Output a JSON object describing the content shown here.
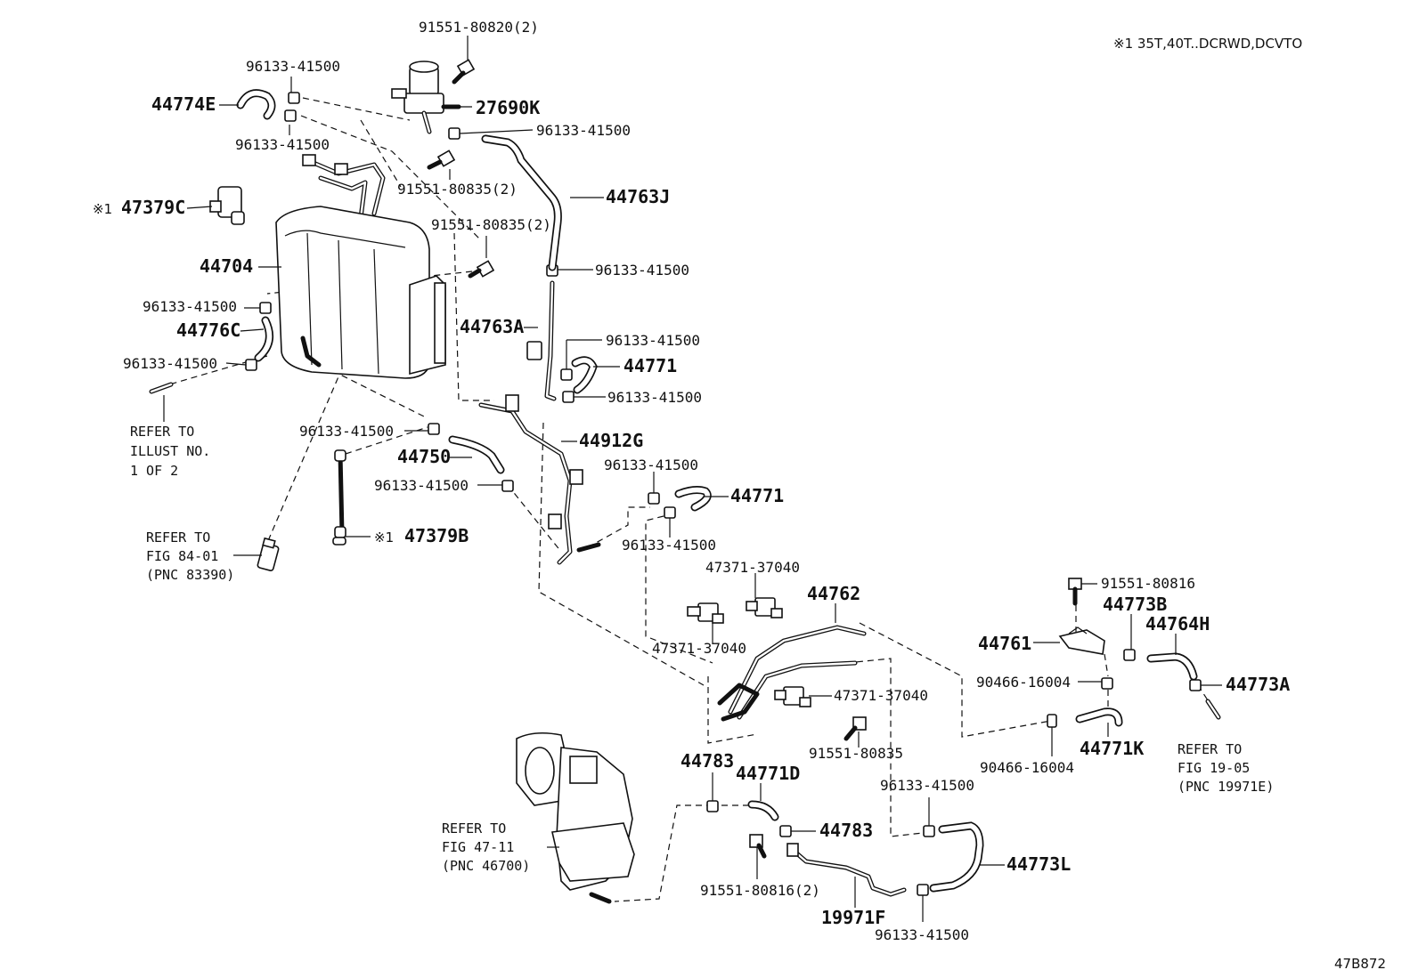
{
  "header": {
    "applicability_note": "※1 35T,40T..DCRWD,DCVTO"
  },
  "footer": {
    "illustration_code": "47B872"
  },
  "labels": {
    "l01": "91551-80820(2)",
    "l02": "96133-41500",
    "l03": "44774E",
    "l04": "27690K",
    "l05": "96133-41500",
    "l06": "96133-41500",
    "l07": "91551-80835(2)",
    "l08": "44763J",
    "l09": "※1",
    "l10": "47379C",
    "l11": "91551-80835(2)",
    "l12": "44704",
    "l13": "96133-41500",
    "l14": "96133-41500",
    "l15": "44763A",
    "l16": "44776C",
    "l17": "96133-41500",
    "l18": "44771",
    "l19": "96133-41500",
    "l20": "96133-41500",
    "l21": "44912G",
    "l22": "96133-41500",
    "l23": "44750",
    "l24": "96133-41500",
    "l25": "96133-41500",
    "l26": "44771",
    "l27": "※1",
    "l28": "47379B",
    "l29": "96133-41500",
    "l30": "47371-37040",
    "l31": "44762",
    "l32": "47371-37040",
    "l33": "47371-37040",
    "l34": "91551-80835",
    "l35": "91551-80816",
    "l36": "44773B",
    "l37": "44764H",
    "l38": "44761",
    "l39": "90466-16004",
    "l40": "44773A",
    "l41": "44771K",
    "l42": "90466-16004",
    "l43": "44783",
    "l44": "44771D",
    "l45": "96133-41500",
    "l46": "44783",
    "l47": "44773L",
    "l48": "91551-80816(2)",
    "l49": "19971F",
    "l50": "96133-41500"
  },
  "refs": {
    "illust": [
      "REFER TO",
      "ILLUST NO.",
      "1 OF 2"
    ],
    "fig84": [
      "REFER TO",
      "FIG 84-01",
      "(PNC 83390)"
    ],
    "fig1905": [
      "REFER TO",
      "FIG 19-05",
      "(PNC 19971E)"
    ],
    "fig4711": [
      "REFER TO",
      "FIG 47-11",
      "(PNC 46700)"
    ]
  }
}
